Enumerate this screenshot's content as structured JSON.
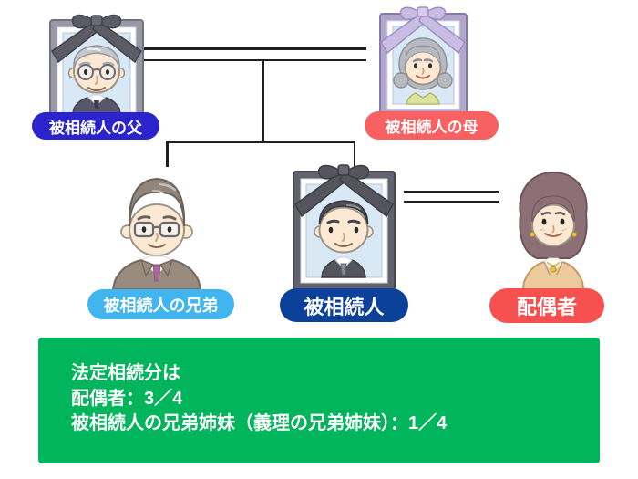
{
  "diagram": {
    "people": {
      "father": {
        "label": "被相続人の父",
        "label_color": "#2b23cb",
        "portrait": "memorial-photo-elderly-man"
      },
      "mother": {
        "label": "被相続人の母",
        "label_color": "#f76161",
        "portrait": "memorial-photo-elderly-woman"
      },
      "brother": {
        "label": "被相続人の兄弟",
        "label_color": "#41b5f0",
        "portrait": "living-man-glasses"
      },
      "decedent": {
        "label": "被相続人",
        "label_color": "#0b4198",
        "portrait": "memorial-photo-man"
      },
      "spouse": {
        "label": "配偶者",
        "label_color": "#f6514e",
        "portrait": "living-woman"
      }
    },
    "line_color": "#1f1f1f",
    "relations": [
      "father = mother (double marriage line)",
      "parents -> children rail -> brother, decedent",
      "decedent = spouse (double marriage line)"
    ]
  },
  "result_box": {
    "background_color": "#00b55b",
    "text_color": "#ffffff",
    "lines": [
      "法定相続分は",
      "配偶者：3／4",
      "被相続人の兄弟姉妹（義理の兄弟姉妹）：1／4"
    ]
  }
}
